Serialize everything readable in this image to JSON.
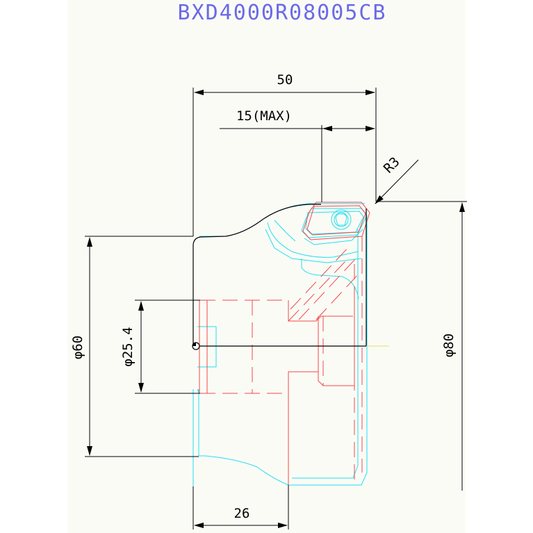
{
  "drawing": {
    "part_number": "BXD4000R08005CB"
  },
  "dimensions": {
    "overall_length": "50",
    "max_depth": "15(MAX)",
    "corner_radius": "R3",
    "small_diameter": "φ60",
    "bore_diameter": "φ25.4",
    "large_diameter": "φ80",
    "body_length": "26"
  },
  "colors": {
    "title": "#6a6ae8",
    "insert_outline": "#f24848",
    "body_outline": "#22dff0",
    "dimension": "#000000"
  }
}
